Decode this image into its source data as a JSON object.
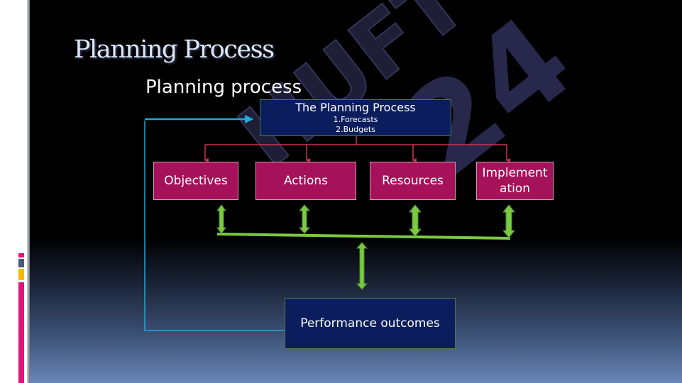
{
  "slide": {
    "title": "Planning Process",
    "subtitle": "Planning process"
  },
  "diagram": {
    "process_box": {
      "title": "The Planning Process",
      "items": [
        "1.Forecasts",
        "2.Budgets"
      ]
    },
    "stages": [
      "Objectives",
      "Actions",
      "Resources",
      "Implement\nation"
    ],
    "outcome": "Performance outcomes"
  },
  "watermark": {
    "text": "HUFT 24",
    "color": "#2d2d55"
  },
  "colors": {
    "process_box": "#0b1d5c",
    "stage_box": "#a5125a",
    "connector_red": "#d2304e",
    "feedback_line": "#1ea8d8",
    "arrow_green": "#7ac943",
    "accent_pink": "#e0147a",
    "accent_gold": "#f5b800",
    "accent_slate": "#4a5a7a"
  }
}
